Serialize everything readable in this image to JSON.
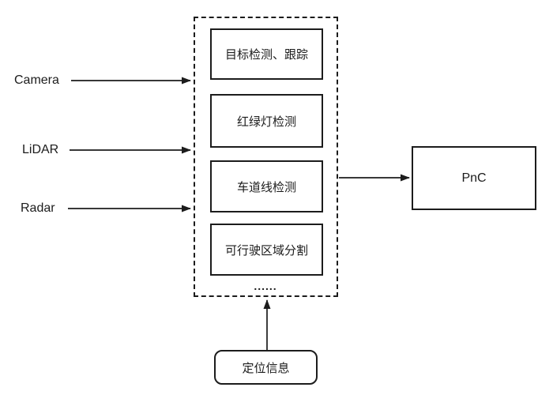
{
  "inputs": [
    {
      "label": "Camera"
    },
    {
      "label": "LiDAR"
    },
    {
      "label": "Radar"
    }
  ],
  "perception": {
    "modules": [
      {
        "label": "目标检测、跟踪"
      },
      {
        "label": "红绿灯检测"
      },
      {
        "label": "车道线检测"
      },
      {
        "label": "可行驶区域分割"
      }
    ],
    "ellipsis": "......"
  },
  "pnc": {
    "label": "PnC"
  },
  "localization": {
    "label": "定位信息"
  },
  "colors": {
    "line": "#1c1c1c",
    "background": "#ffffff"
  }
}
